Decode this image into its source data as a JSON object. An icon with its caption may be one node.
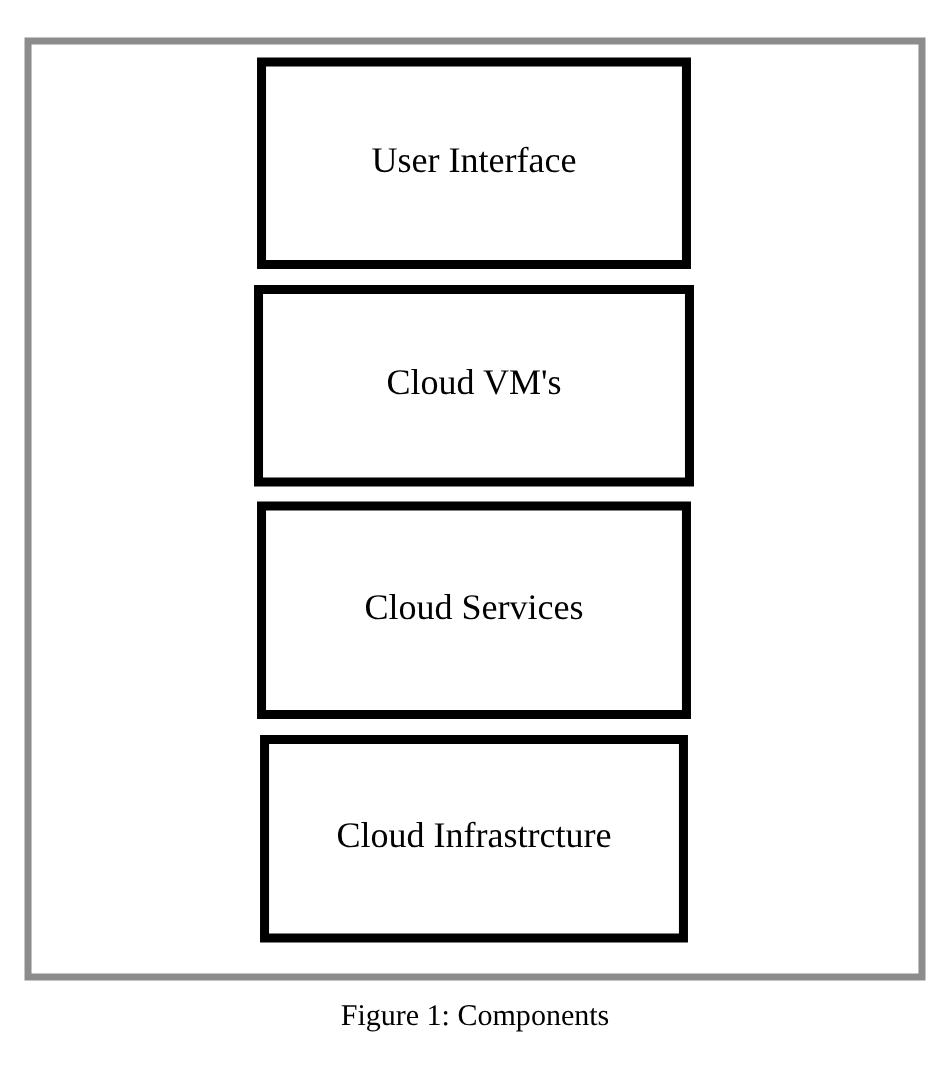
{
  "diagram": {
    "caption": "Figure 1: Components",
    "nodes": [
      {
        "text": [],
        "shape": "box"
      },
      {
        "text": [
          "User Interface"
        ],
        "in": 0
      },
      {
        "text": [
          "Cloud VM's"
        ],
        "in": 0
      },
      {
        "text": [
          "Cloud Services"
        ],
        "in": 0
      },
      {
        "text": [
          "Cloud Infrastrcture"
        ],
        "in": 0
      }
    ]
  }
}
